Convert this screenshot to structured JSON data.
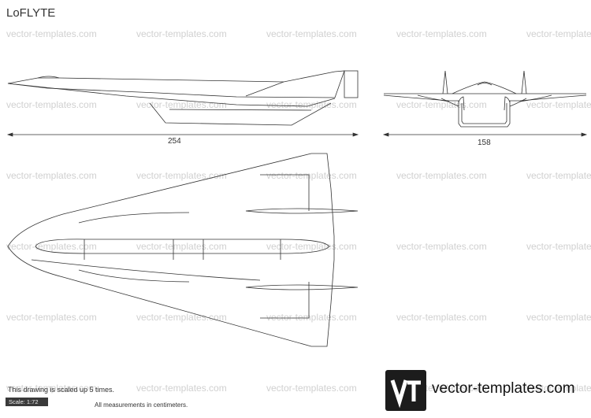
{
  "title": "LoFLYTE",
  "watermark": "vector-templates.com",
  "dimensions": {
    "length": "254",
    "span": "158"
  },
  "notes": {
    "scaled": "This drawing is scaled up 5 times.",
    "scale": "Scale: 1:72",
    "measurements": "All measurements in centimeters."
  },
  "brand": {
    "logo_text": "VT",
    "name": "vector-templates.com"
  }
}
